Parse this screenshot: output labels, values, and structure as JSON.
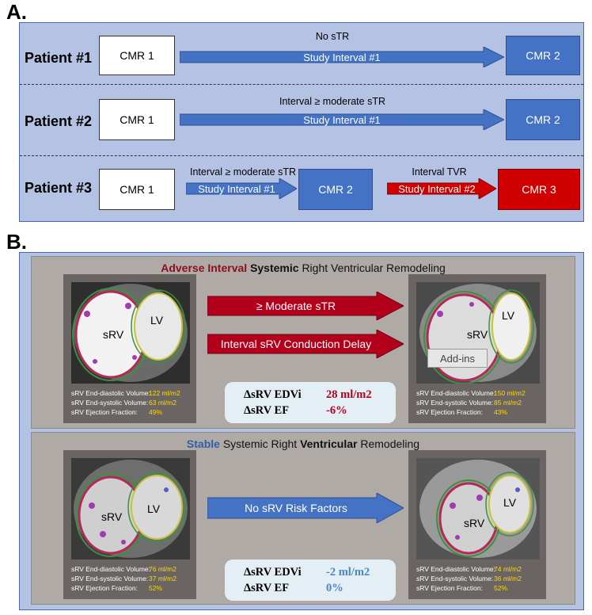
{
  "section_a": {
    "letter": "A.",
    "patients": [
      {
        "label": "Patient #1",
        "cmr_start": "CMR 1",
        "arrow_above": "No sTR",
        "arrow_label": "Study Interval #1",
        "cmr_end": "CMR 2"
      },
      {
        "label": "Patient #2",
        "cmr_start": "CMR 1",
        "arrow_above": "Interval ≥ moderate sTR",
        "arrow_label": "Study Interval #1",
        "cmr_end": "CMR 2"
      },
      {
        "label": "Patient #3",
        "cmr_start": "CMR 1",
        "arrow1_above": "Interval ≥ moderate sTR",
        "arrow1_label": "Study Interval #1",
        "cmr_mid": "CMR 2",
        "arrow2_above": "Interval TVR",
        "arrow2_label": "Study Interval #2",
        "cmr_end": "CMR 3"
      }
    ]
  },
  "section_b": {
    "letter": "B.",
    "adverse": {
      "heading_part1": "Adverse Interval",
      "heading_part2": "Systemic",
      "heading_part3": "Right",
      "heading_part4": "Ventricular Remodeling",
      "arrow1": "≥ Moderate sTR",
      "arrow2": "Interval sRV Conduction Delay",
      "left_image": {
        "srv_label": "sRV",
        "lv_label": "LV",
        "metrics": [
          {
            "name": "sRV End-diastolic Volume:",
            "value": "122 ml/m2"
          },
          {
            "name": "sRV End-systolic Volume:",
            "value": "63 ml/m2"
          },
          {
            "name": "sRV Ejection Fraction:",
            "value": "49%"
          }
        ]
      },
      "right_image": {
        "srv_label": "sRV",
        "lv_label": "LV",
        "overlay_button": "Add-ins",
        "metrics": [
          {
            "name": "sRV End-diastolic Volume:",
            "value": "150 ml/m2"
          },
          {
            "name": "sRV End-systolic Volume:",
            "value": "85 ml/m2"
          },
          {
            "name": "sRV Ejection Fraction:",
            "value": "43%"
          }
        ]
      },
      "delta": [
        {
          "name": "ΔsRV EDVi",
          "value": "28 ml/m2"
        },
        {
          "name": "ΔsRV EF",
          "value": "-6%"
        }
      ],
      "delta_color": "#b3001b"
    },
    "stable": {
      "heading_part1": "Stable",
      "heading_part2": "Systemic Right",
      "heading_part3": "Ventricular",
      "heading_part4": "Remodeling",
      "arrow1": "No sRV Risk Factors",
      "left_image": {
        "srv_label": "sRV",
        "lv_label": "LV",
        "metrics": [
          {
            "name": "sRV End-diastolic Volume:",
            "value": "76 ml/m2"
          },
          {
            "name": "sRV End-systolic Volume:",
            "value": "37 ml/m2"
          },
          {
            "name": "sRV Ejection Fraction:",
            "value": "52%"
          }
        ]
      },
      "right_image": {
        "srv_label": "sRV",
        "lv_label": "LV",
        "metrics": [
          {
            "name": "sRV End-diastolic Volume:",
            "value": "74 ml/m2"
          },
          {
            "name": "sRV End-systolic Volume:",
            "value": "36 ml/m2"
          },
          {
            "name": "sRV Ejection Fraction:",
            "value": "52%"
          }
        ]
      },
      "delta": [
        {
          "name": "ΔsRV EDVi",
          "value": "-2 ml/m2"
        },
        {
          "name": "ΔsRV EF",
          "value": "0%"
        }
      ],
      "delta_color": "#4a86c8"
    }
  },
  "colors": {
    "panel_bg": "#b4c2e4",
    "blue_box": "#4472c4",
    "red_box": "#d00000",
    "red_arrow": "#b3001b",
    "card_bg": "#b0aaa6"
  }
}
